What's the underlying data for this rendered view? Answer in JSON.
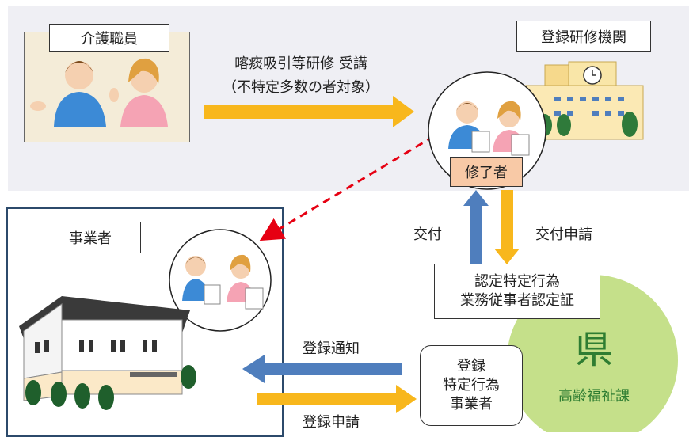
{
  "care_staff": {
    "label": "介護職員"
  },
  "training_institution": {
    "label": "登録研修機関"
  },
  "training": {
    "line1": "喀痰吸引等研修 受講",
    "line2": "（不特定多数の者対象）"
  },
  "graduate": {
    "label": "修了者"
  },
  "business_operator": {
    "label": "事業者"
  },
  "issuance": {
    "label": "交付"
  },
  "issuance_application": {
    "label": "交付申請"
  },
  "certificate": {
    "line1": "認定特定行為",
    "line2": "業務従事者認定証"
  },
  "registration_notice": {
    "label": "登録通知"
  },
  "registration_application": {
    "label": "登録申請"
  },
  "registered_operator": {
    "line1": "登録",
    "line2": "特定行為",
    "line3": "事業者"
  },
  "prefecture": {
    "kanji": "県",
    "dept": "高齢福祉課"
  },
  "colors": {
    "arrow_orange": "#f8b71c",
    "arrow_blue": "#4f7ebd",
    "prefecture_green": "#c5e08a",
    "graduate_fill": "#f8c9a6"
  }
}
